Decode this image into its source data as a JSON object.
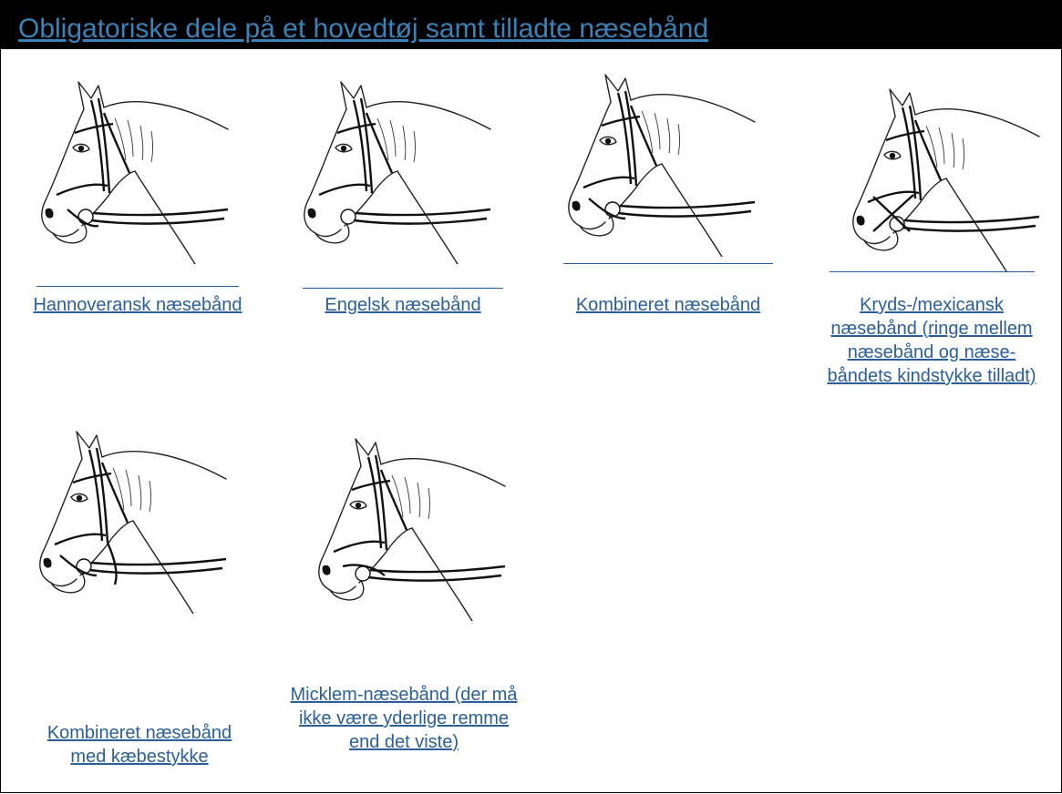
{
  "title": "Obligatoriske dele på et hovedtøj samt tilladte næsebånd",
  "nosebands": [
    {
      "caption": " Hannoveransk næsebånd"
    },
    {
      "caption": "Engelsk næsebånd"
    },
    {
      "caption": "Kombineret næsebånd"
    },
    {
      "caption": "Kryds-/mexicansk næsebånd (ringe mellem næsebånd og næse-båndets kindstykke tilladt)"
    },
    {
      "caption": "Kombineret næsebånd med kæbestykke"
    },
    {
      "caption": "Micklem-næsebånd (der må ikke være yderlige remme end det viste)"
    }
  ],
  "colors": {
    "header_bg": "#000000",
    "title": "#3a83b8",
    "caption": "#2a5f9a"
  }
}
